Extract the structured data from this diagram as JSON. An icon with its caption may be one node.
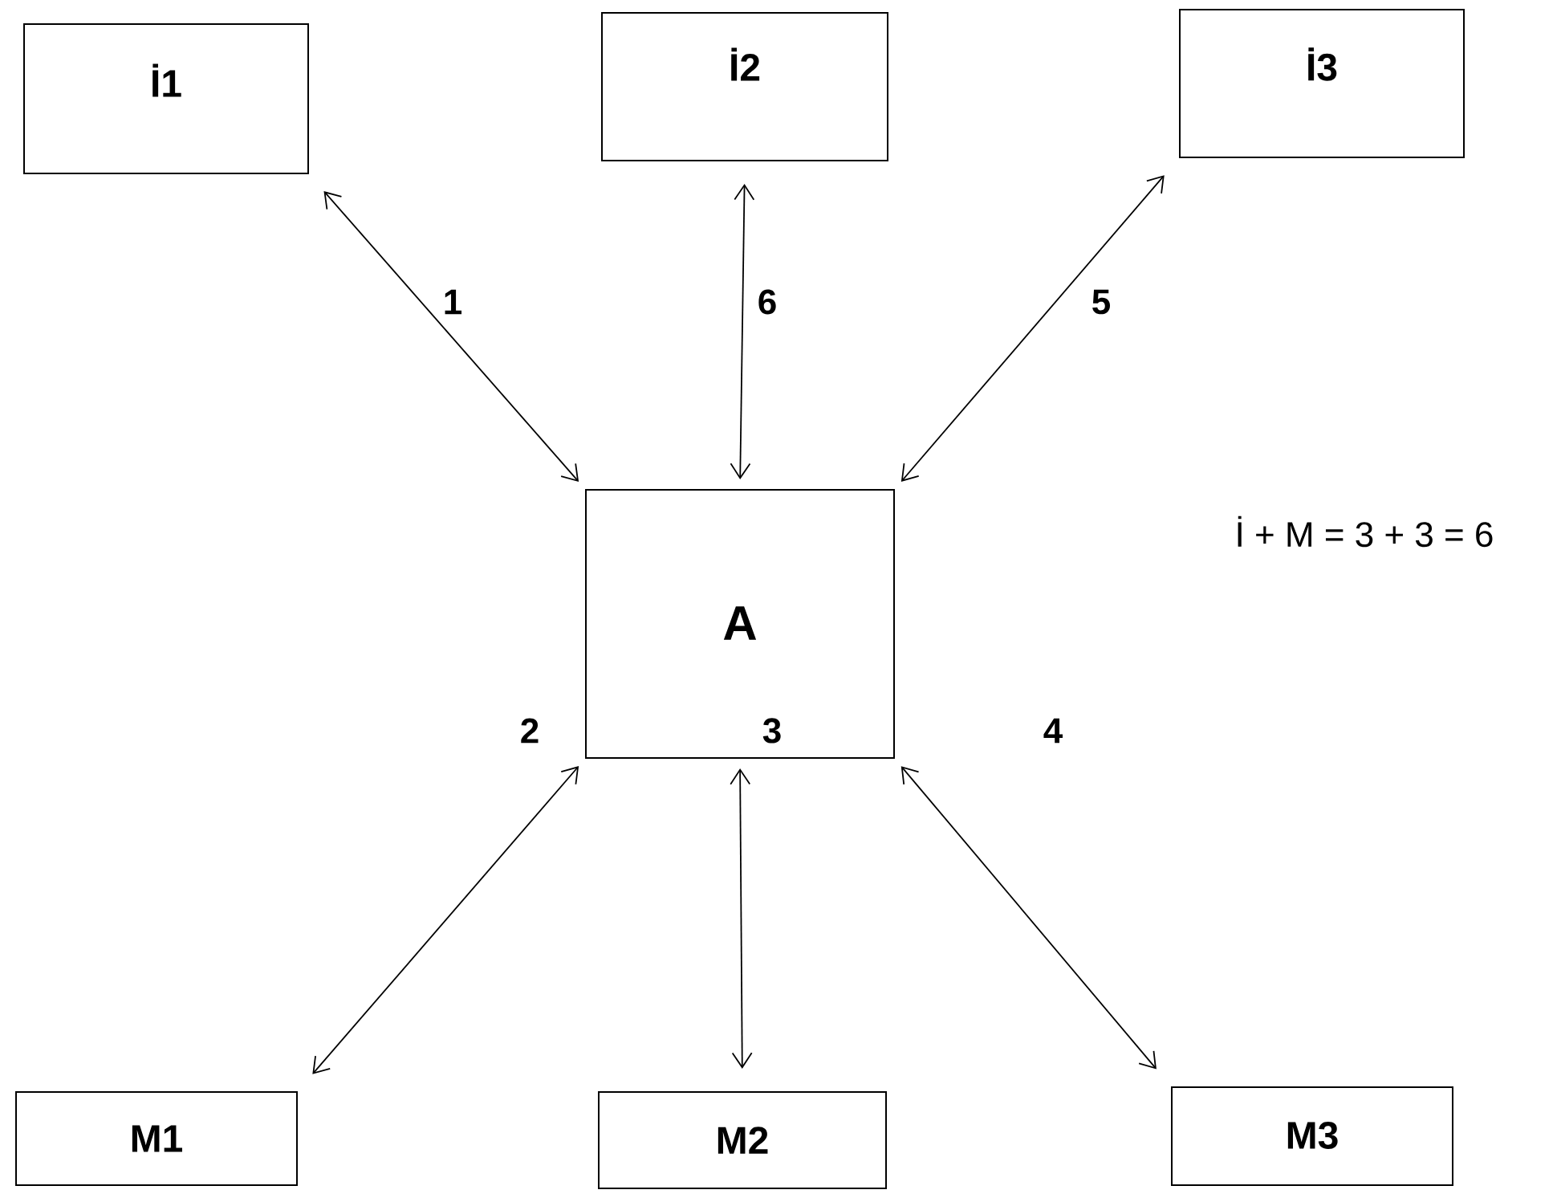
{
  "diagram": {
    "nodes": [
      {
        "text": [
          "İ1"
        ]
      },
      {
        "text": [
          "İ2"
        ]
      },
      {
        "text": [
          "İ3"
        ]
      },
      {
        "text": [
          "A"
        ]
      },
      {
        "text": [
          "M1"
        ]
      },
      {
        "text": [
          "M2"
        ]
      },
      {
        "text": [
          "M3"
        ]
      }
    ],
    "edges": [
      {
        "from": 3,
        "to": 0,
        "arrow": "both",
        "label": "1"
      },
      {
        "from": 3,
        "to": 1,
        "arrow": "both",
        "label": "6"
      },
      {
        "from": 3,
        "to": 2,
        "arrow": "both",
        "label": "5"
      },
      {
        "from": 3,
        "to": 4,
        "arrow": "both",
        "label": "2"
      },
      {
        "from": 3,
        "to": 5,
        "arrow": "both",
        "label": "3"
      },
      {
        "from": 3,
        "to": 6,
        "arrow": "both",
        "label": "4"
      }
    ],
    "labels": [
      "İ + M = 3 + 3 = 6"
    ]
  }
}
